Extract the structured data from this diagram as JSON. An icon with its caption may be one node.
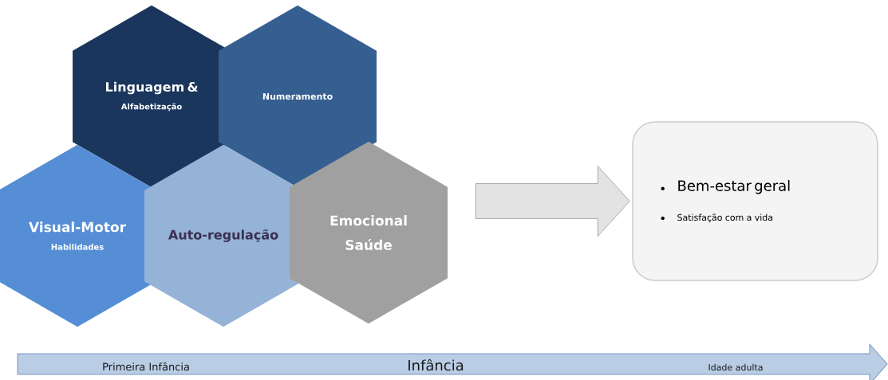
{
  "diagram": {
    "nodes": [
      {
        "text": [
          "Linguagem &",
          "Alfabetização"
        ]
      },
      {
        "text": [
          "Numeramento"
        ]
      },
      {
        "text": [
          "Visual-Motor",
          "Habilidades"
        ]
      },
      {
        "text": [
          "Auto-regulação"
        ]
      },
      {
        "text": [
          "Emocional Saúde"
        ]
      },
      {
        "text": [
          "Bem-estar geral",
          "Satisfação com a vida"
        ]
      },
      {
        "text": [
          "Primeira Infância",
          "Infância",
          "Idade adulta"
        ]
      }
    ],
    "edges": [
      {
        "from": null,
        "to": 5,
        "arrow": "to"
      }
    ]
  }
}
